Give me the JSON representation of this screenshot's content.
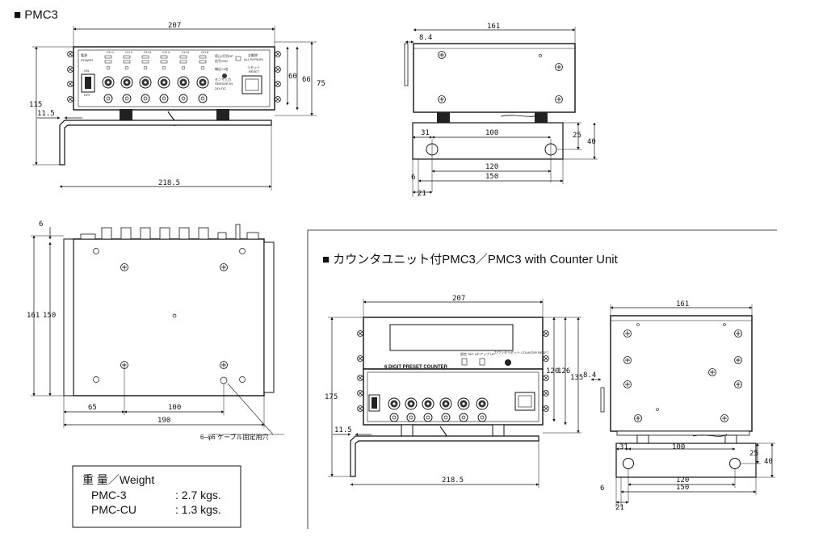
{
  "titles": {
    "main": "■ PMC3",
    "counter": "■ カウンタユニット付PMC3／PMC3 with Counter Unit"
  },
  "front_view": {
    "dims": {
      "w207": "207",
      "h60": "60",
      "h66": "66",
      "h75": "75",
      "h115": "115",
      "d11_5": "11.5",
      "w218_5": "218.5"
    },
    "panel": {
      "power_jp": "電源",
      "power_en": "POWER",
      "on": "ON",
      "off": "OFF",
      "channels": [
        "CH 1",
        "CH 2",
        "CH 3",
        "CH 4",
        "CH 5",
        "CH 6"
      ],
      "row_labels": [
        "停止/打切OP",
        "信号/SIG",
        "検出+1信",
        "センサ入力",
        "SENSOR IN"
      ],
      "bypass_jp": "全解除",
      "bypass_en": "ALL BYPASS",
      "reset_jp": "リセット",
      "reset_en": "RESET",
      "voltage": "24V DC"
    }
  },
  "side_view_top": {
    "dims": {
      "w161": "161",
      "d8_4": "8.4",
      "d31": "31",
      "d100": "100",
      "d25": "25",
      "d40": "40",
      "d120": "120",
      "d150": "150",
      "d6": "6",
      "d21": "21"
    }
  },
  "top_view": {
    "dims": {
      "d6": "6",
      "h161": "161",
      "h150": "150",
      "d65": "65",
      "d100": "100",
      "d190": "190"
    },
    "hole_note": "6−φ6 ケーブル固定用穴"
  },
  "weight_box": {
    "title": "重 量／Weight",
    "rows": [
      {
        "model": "PMC-3",
        "value": ": 2.7 kgs."
      },
      {
        "model": "PMC-CU",
        "value": ": 1.3 kgs."
      }
    ]
  },
  "counter_front": {
    "dims": {
      "w207": "207",
      "h120": "120",
      "h126": "126",
      "h135": "135",
      "h175": "175",
      "d11_5": "11.5",
      "w218_5": "218.5"
    },
    "counter_label": "6 DIGIT PRESET COUNTER",
    "buttons": [
      "設定 SET UP",
      "アップ UP",
      "カウンタリセット COUNTER RESET"
    ]
  },
  "counter_side": {
    "dims": {
      "w161": "161",
      "d8_4": "8.4",
      "d31": "31",
      "d100": "100",
      "d25": "25",
      "d40": "40",
      "d120": "120",
      "d150": "150",
      "d6": "6",
      "d21": "21"
    }
  }
}
